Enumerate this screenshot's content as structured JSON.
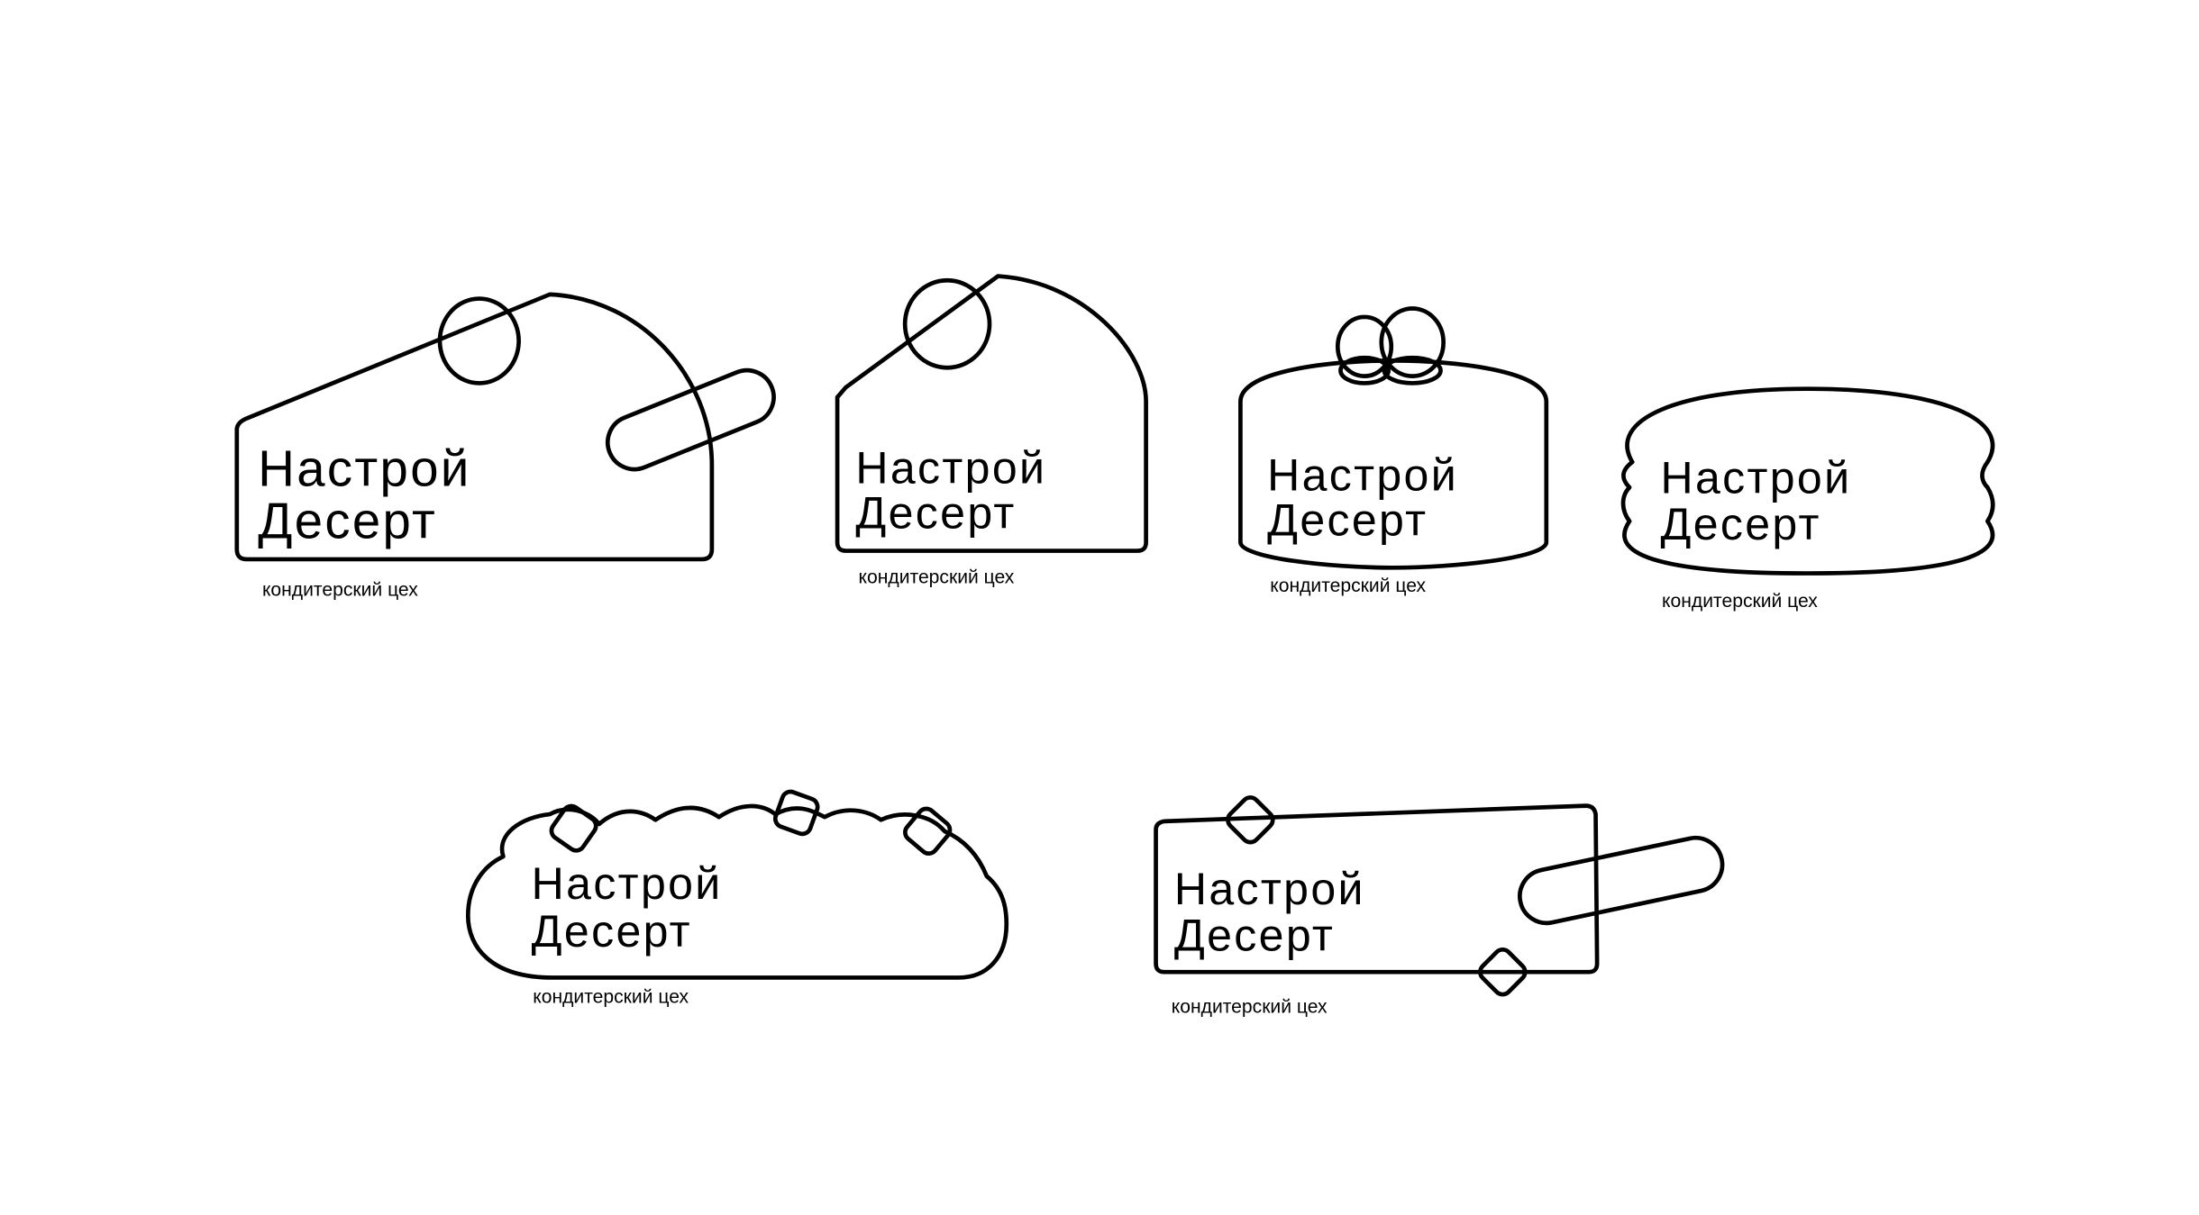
{
  "colors": {
    "background": "#ffffff",
    "ink": "#000000"
  },
  "logos": [
    {
      "variant": "cake-slice",
      "line1": "Настрой",
      "line2": "Десерт",
      "subtitle": "кондитерский цех"
    },
    {
      "variant": "tall-slice",
      "line1": "Настрой",
      "line2": "Десерт",
      "subtitle": "кондитерский цех"
    },
    {
      "variant": "cake-with-bow",
      "line1": "Настрой",
      "line2": "Десерт",
      "subtitle": "кондитерский цех"
    },
    {
      "variant": "macaron",
      "line1": "Настрой",
      "line2": "Десерт",
      "subtitle": "кондитерский цех"
    },
    {
      "variant": "cloud-cake",
      "line1": "Настрой",
      "line2": "Десерт",
      "subtitle": "кондитерский цех"
    },
    {
      "variant": "bar-with-stick",
      "line1": "Настрой",
      "line2": "Десерт",
      "subtitle": "кондитерский цех"
    }
  ]
}
